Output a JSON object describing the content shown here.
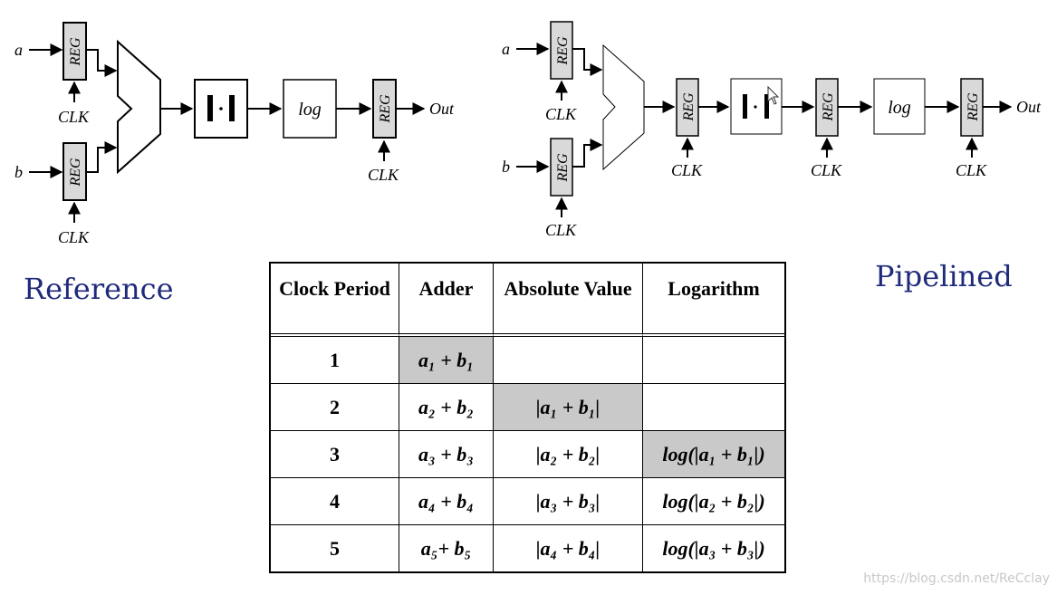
{
  "reference": {
    "title": "Reference",
    "input_a": "a",
    "input_b": "b",
    "reg_label": "REG",
    "clk_label": "CLK",
    "abs_symbol": "|·|",
    "log_label": "log",
    "output": "Out"
  },
  "pipelined": {
    "title": "Pipelined",
    "input_a": "a",
    "input_b": "b",
    "reg_label": "REG",
    "clk_label": "CLK",
    "abs_symbol": "|·|",
    "log_label": "log",
    "output": "Out"
  },
  "table": {
    "headers": [
      "Clock Period",
      "Adder",
      "Absolute Value",
      "Logarithm"
    ],
    "rows": [
      {
        "period": "1",
        "adder": "a₁ + b₁",
        "abs": "",
        "log": "",
        "shaded": [
          "adder"
        ]
      },
      {
        "period": "2",
        "adder": "a₂ + b₂",
        "abs": "|a₁ + b₁|",
        "log": "",
        "shaded": [
          "abs"
        ]
      },
      {
        "period": "3",
        "adder": "a₃ + b₃",
        "abs": "|a₂ + b₂|",
        "log": "log(|a₁ + b₁|)",
        "shaded": [
          "log"
        ]
      },
      {
        "period": "4",
        "adder": "a₄ + b₄",
        "abs": "|a₃ + b₃|",
        "log": "log(|a₂ + b₂|)",
        "shaded": []
      },
      {
        "period": "5",
        "adder": "a₅+ b₅",
        "abs": "|a₄ + b₄|",
        "log": "log(|a₃ + b₃|)",
        "shaded": []
      }
    ]
  },
  "watermark": "https://blog.csdn.net/ReCclay",
  "colors": {
    "title_blue": "#1f2a7a",
    "reg_fill": "#d9d9d9",
    "shade": "#c9c9c9"
  }
}
